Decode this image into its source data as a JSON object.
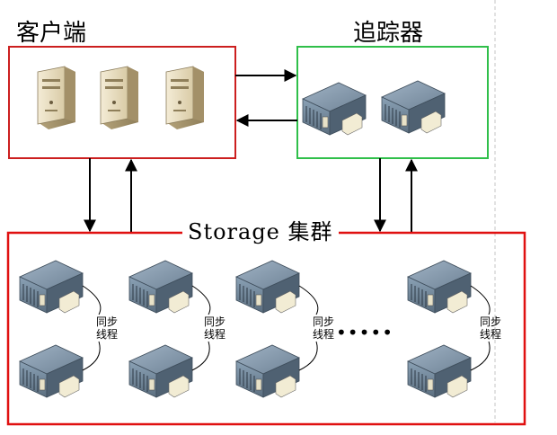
{
  "client": {
    "title": "客户端",
    "server_icon": "tower-server-icon",
    "border_color": "#cc1f1f"
  },
  "tracker": {
    "title": "追踪器",
    "server_icon": "rack-server-icon",
    "border_color": "#2fbf4a"
  },
  "storage": {
    "title": "Storage 集群",
    "border_color": "#e01010",
    "sync_line_1": "同步",
    "sync_line_2": "线程",
    "ellipsis": "•••••",
    "server_icon": "rack-server-icon"
  }
}
